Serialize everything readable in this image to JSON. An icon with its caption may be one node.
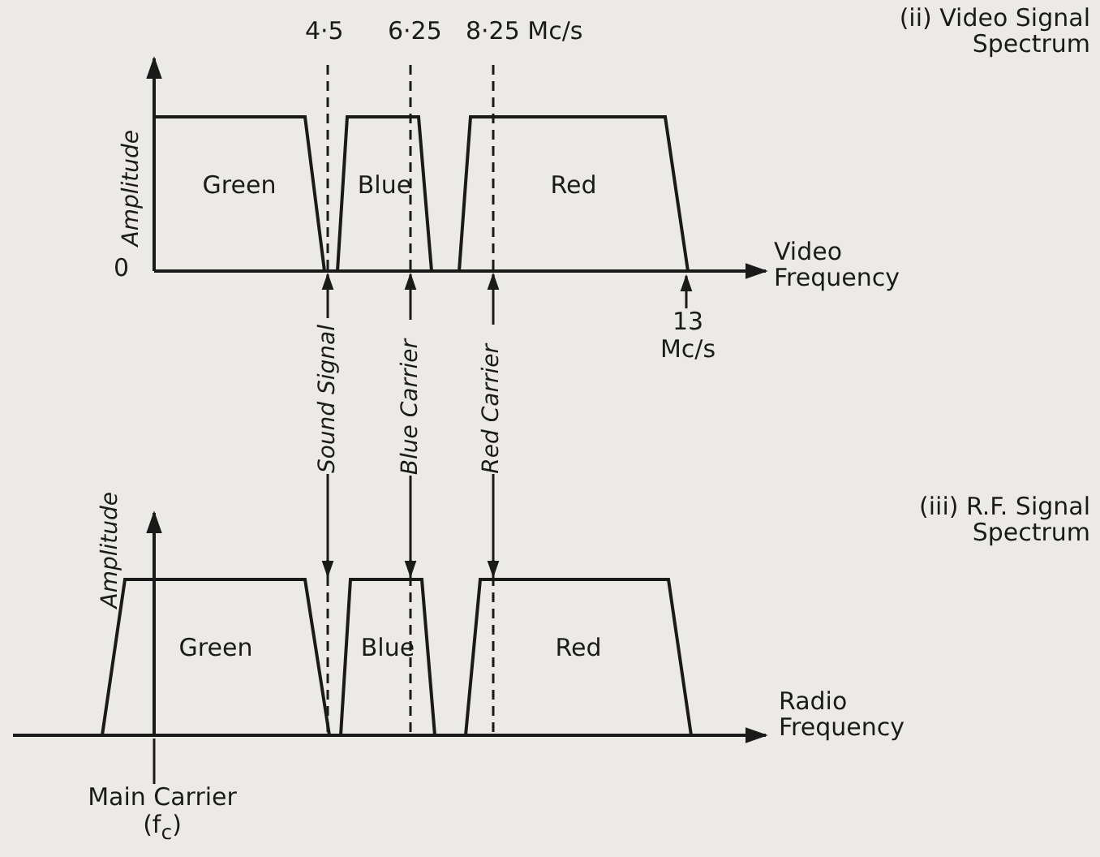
{
  "diagram": {
    "nodes": [
      {
        "text": [
          "Green"
        ]
      },
      {
        "text": [
          "Blue"
        ]
      },
      {
        "text": [
          "Red"
        ]
      },
      {
        "text": [
          "Green"
        ]
      },
      {
        "text": [
          "Blue"
        ]
      },
      {
        "text": [
          "Red"
        ]
      },
      {
        "text": [
          "Sound Signal"
        ]
      },
      {
        "text": [
          "Blue Carrier"
        ]
      },
      {
        "text": [
          "Red Carrier"
        ]
      },
      {
        "text": [
          "13 Mc/s"
        ]
      },
      {
        "text": [
          "Main Carrier (f$_{c}$)"
        ]
      }
    ],
    "edges": [
      {
        "from": 6,
        "to": 1,
        "arrow": "to"
      },
      {
        "from": 6,
        "to": 4,
        "arrow": "to"
      },
      {
        "from": 7,
        "to": 1,
        "arrow": "to"
      },
      {
        "from": 7,
        "to": 4,
        "arrow": "to"
      },
      {
        "from": 8,
        "to": 2,
        "arrow": "to"
      },
      {
        "from": 8,
        "to": 5,
        "arrow": "to"
      },
      {
        "from": 9,
        "to": null,
        "arrow": "to"
      },
      {
        "from": 10,
        "to": 3,
        "arrow": "none"
      }
    ],
    "labels": [
      "4·5",
      "6·25",
      "8·25 Mc/s",
      "(ii) Video Signal Spectrum",
      "Amplitude",
      "0",
      "Video Frequency",
      "Amplitude",
      "(iii) R.F. Signal Spectrum",
      "Radio Frequency"
    ]
  }
}
